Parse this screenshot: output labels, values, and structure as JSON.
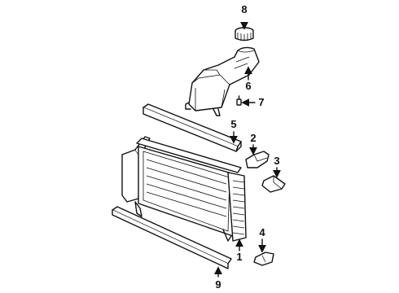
{
  "diagram": {
    "callouts": [
      {
        "id": "1",
        "label": "1"
      },
      {
        "id": "2",
        "label": "2"
      },
      {
        "id": "3",
        "label": "3"
      },
      {
        "id": "4",
        "label": "4"
      },
      {
        "id": "5",
        "label": "5"
      },
      {
        "id": "6",
        "label": "6"
      },
      {
        "id": "7",
        "label": "7"
      },
      {
        "id": "8",
        "label": "8"
      },
      {
        "id": "9",
        "label": "9"
      }
    ]
  }
}
